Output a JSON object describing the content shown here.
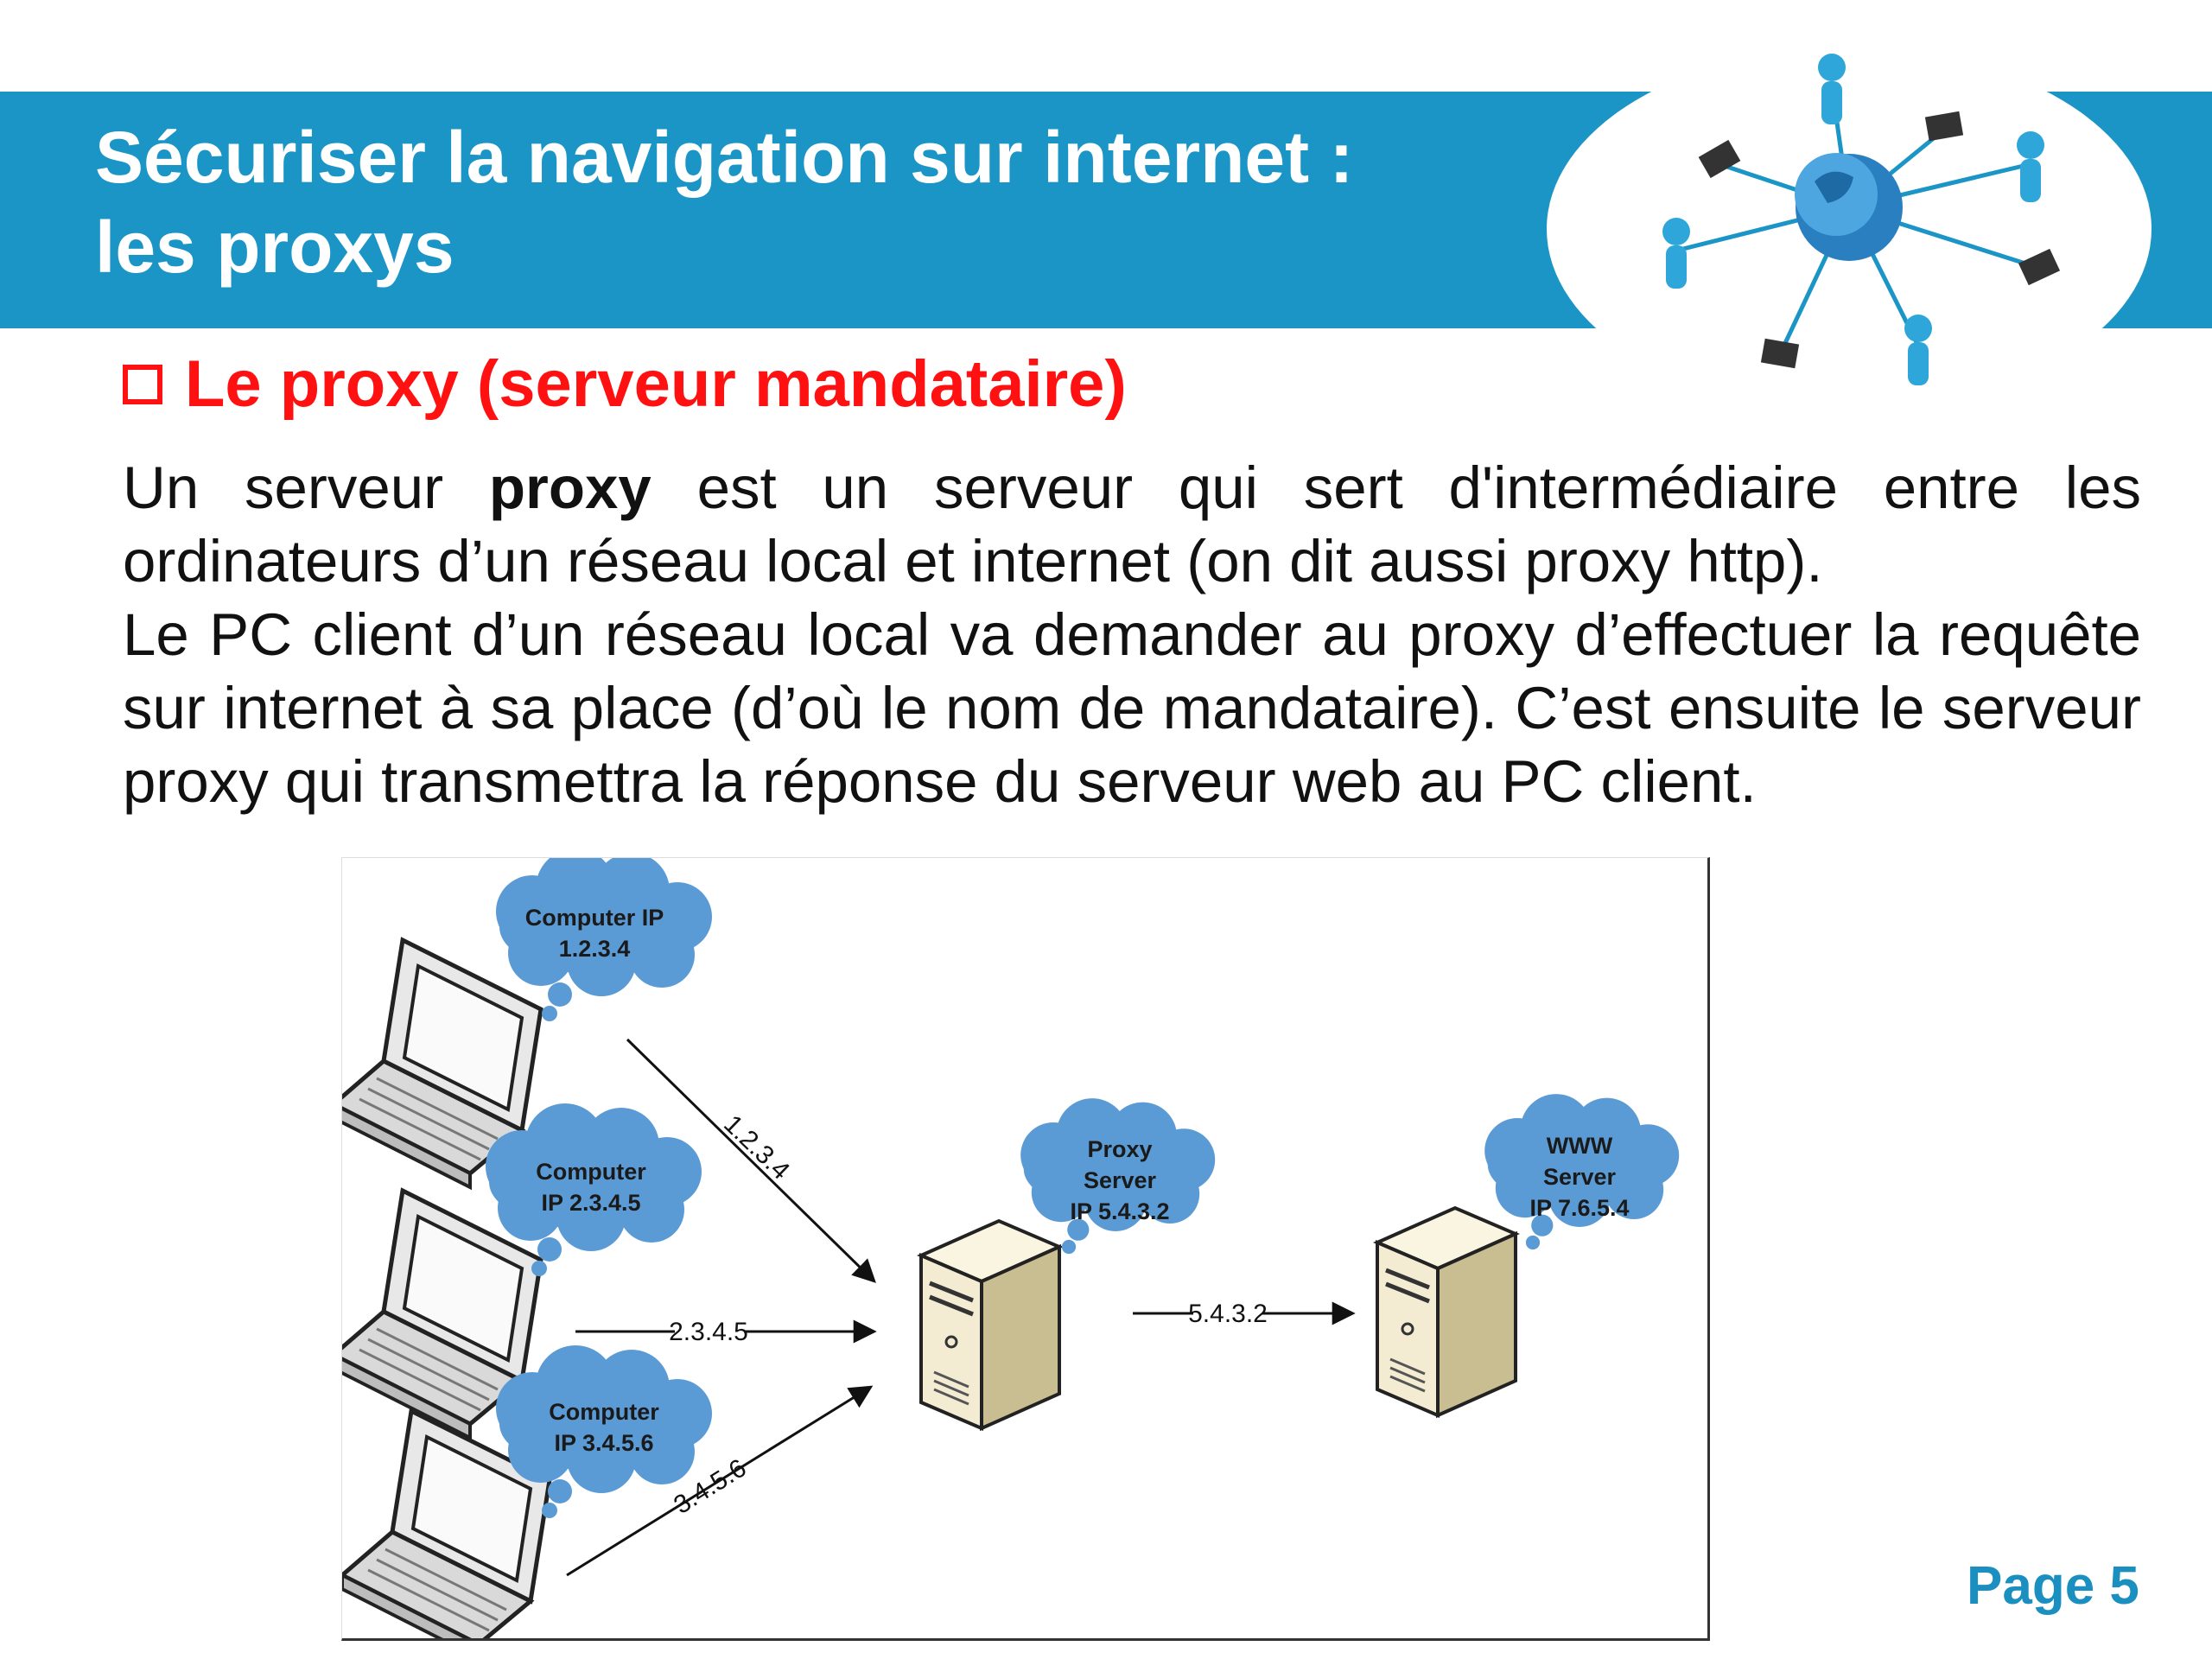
{
  "header": {
    "title_line1": "Sécuriser la navigation sur internet :",
    "title_line2": "les proxys",
    "logo_icon": "network-globe-icon"
  },
  "section": {
    "heading": "Le proxy (serveur mandataire)",
    "bullet_icon": "checkbox-icon"
  },
  "body": {
    "p1_before": "Un serveur ",
    "p1_bold": "proxy",
    "p1_after": " est un serveur qui sert d'intermédiaire entre les ordinateurs d’un réseau local et internet (on dit aussi proxy http).",
    "p2": "Le PC client d’un réseau local va demander au proxy d’effectuer la requête sur internet à sa place (d’où le nom de mandataire). C’est ensuite le serveur proxy qui transmettra la réponse du serveur web au PC client."
  },
  "diagram": {
    "computers": [
      {
        "cloud_line1": "Computer IP",
        "cloud_line2": "1.2.3.4",
        "arrow_label": "1.2.3.4"
      },
      {
        "cloud_line1": "Computer",
        "cloud_line2": "IP 2.3.4.5",
        "arrow_label": "2.3.4.5"
      },
      {
        "cloud_line1": "Computer",
        "cloud_line2": "IP 3.4.5.6",
        "arrow_label": "3.4.5.6"
      }
    ],
    "proxy": {
      "line1": "Proxy",
      "line2": "Server",
      "line3": "IP 5.4.3.2",
      "arrow_label": "5.4.3.2"
    },
    "www": {
      "line1": "WWW",
      "line2": "Server",
      "line3": "IP 7.6.5.4"
    },
    "colors": {
      "cloud": "#5b9bd5",
      "server": "#f3ecd2"
    }
  },
  "footer": {
    "page_label": "Page 5"
  }
}
